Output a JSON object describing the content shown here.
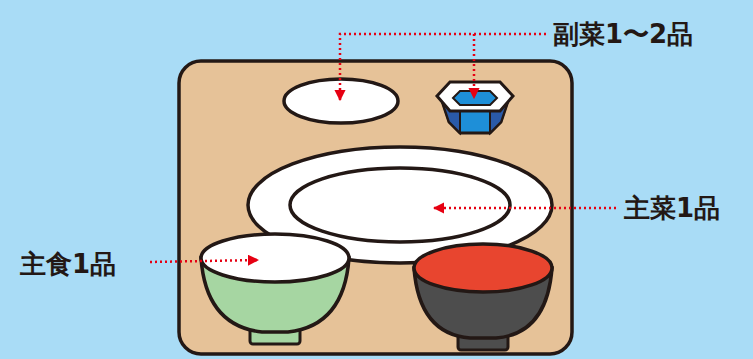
{
  "diagram": {
    "labels": [
      "副菜1〜2品",
      "主菜1品",
      "主食1品"
    ]
  }
}
